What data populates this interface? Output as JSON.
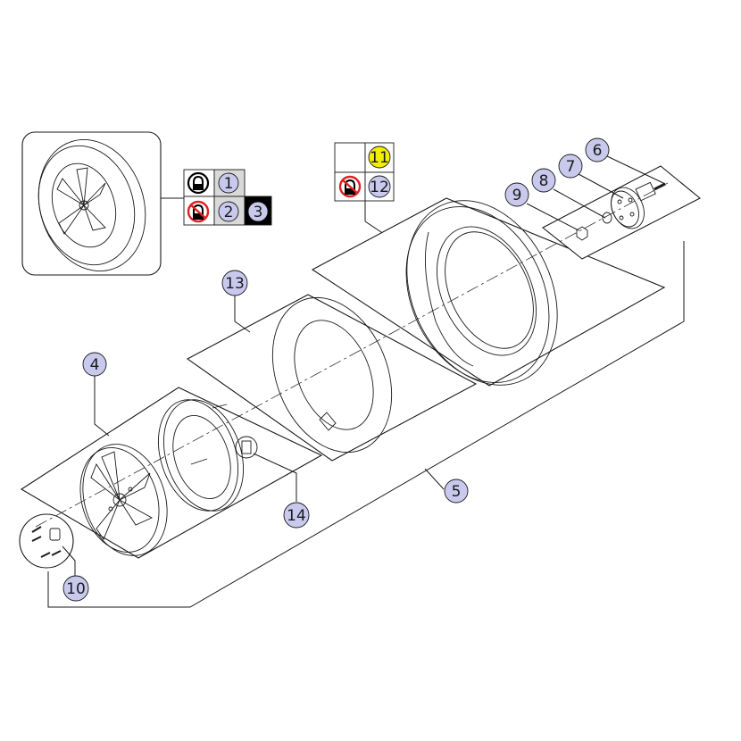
{
  "colors": {
    "callout_fill": "#c9c9ee",
    "callout_highlight": "#f2ee00",
    "legend_dark": "#000000",
    "legend_grey": "#d9d9d9",
    "prohibit_red": "#e02020",
    "line": "#1a1a1a"
  },
  "callouts": {
    "c1": "1",
    "c2": "2",
    "c3": "3",
    "c4": "4",
    "c5": "5",
    "c6": "6",
    "c7": "7",
    "c8": "8",
    "c9": "9",
    "c10": "10",
    "c11": "11",
    "c12": "12",
    "c13": "13",
    "c14": "14"
  },
  "icons": {
    "padlock": "padlock-icon",
    "no_padlock": "no-padlock-icon"
  }
}
